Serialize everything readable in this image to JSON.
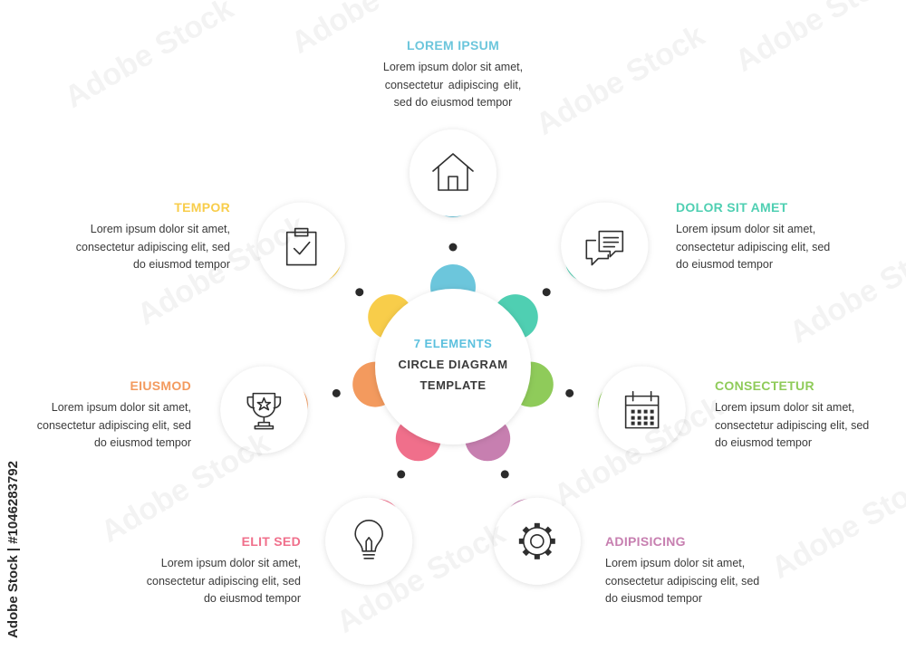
{
  "center": {
    "line1": "7 ELEMENTS",
    "line2": "CIRCLE DIAGRAM",
    "line3": "TEMPLATE",
    "accent": "#5bc0de"
  },
  "elements": [
    {
      "title": "LOREM IPSUM",
      "color": "#6cc6dc",
      "icon": "house-icon",
      "lines": [
        "Lorem ipsum dolor sit amet,",
        "consectetur  adipiscing  elit,",
        "sed do eiusmod tempor"
      ]
    },
    {
      "title": "DOLOR SIT AMET",
      "color": "#4fcfb2",
      "icon": "chat-bubbles-icon",
      "lines": [
        "Lorem ipsum dolor sit amet,",
        "consectetur adipiscing elit, sed",
        "do eiusmod tempor"
      ]
    },
    {
      "title": "CONSECTETUR",
      "color": "#8fcb5a",
      "icon": "calendar-icon",
      "lines": [
        "Lorem ipsum dolor sit amet,",
        "consectetur adipiscing elit, sed",
        "do eiusmod tempor"
      ]
    },
    {
      "title": "ADIPISICING",
      "color": "#c77fb0",
      "icon": "gear-icon",
      "lines": [
        "Lorem ipsum dolor sit amet,",
        "consectetur adipiscing elit, sed",
        "do eiusmod tempor"
      ]
    },
    {
      "title": "ELIT SED",
      "color": "#f06f8b",
      "icon": "lightbulb-icon",
      "lines": [
        "Lorem ipsum dolor sit amet,",
        "consectetur adipiscing elit, sed",
        "do eiusmod tempor"
      ]
    },
    {
      "title": "EIUSMOD",
      "color": "#f39a5e",
      "icon": "trophy-icon",
      "lines": [
        "Lorem ipsum dolor sit amet,",
        "consectetur adipiscing elit, sed",
        "do eiusmod tempor"
      ]
    },
    {
      "title": "TEMPOR",
      "color": "#f8cd4a",
      "icon": "clipboard-check-icon",
      "lines": [
        "Lorem ipsum dolor sit amet,",
        "consectetur adipiscing elit, sed",
        "do eiusmod tempor"
      ]
    }
  ],
  "stock_id": "Adobe Stock | #1046283792",
  "watermark": "Adobe Stock"
}
